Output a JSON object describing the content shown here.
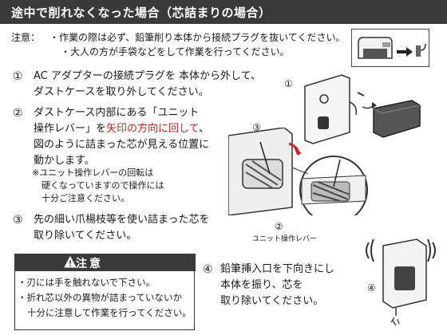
{
  "header": {
    "title": "途中で削れなくなった場合（芯詰まりの場合）"
  },
  "notes": {
    "label": "注意：",
    "line1": "・作業の際は必ず、鉛筆削り本体から接続プラグを抜いてください。",
    "line2": "・大人の方が手袋などをして作業を行ってください。"
  },
  "steps": {
    "s1_num": "①",
    "s1_line1": "AC アダプターの接続プラグを 本体から外して、",
    "s1_line2": "ダストケースを取り外してください。",
    "s2_num": "②",
    "s2_line1": "ダストケース内部にある「ユニット",
    "s2_line2a": "操作レバー」を",
    "s2_line2b": "矢印の方向に回して",
    "s2_line2c": "、",
    "s2_line3": "図のように詰まった芯が見える位置に",
    "s2_line4": "動かします。",
    "s2_note1": "※ユニット操作レバーの回転は",
    "s2_note2": "硬くなっていますので操作には",
    "s2_note3": "十分ご注意ください。",
    "s3_num": "③",
    "s3_line1": "先の細い爪楊枝等を使い詰まった芯を",
    "s3_line2": "取り除いてください。",
    "s4_num": "④",
    "s4_line1": "鉛筆挿入口を下向きにし",
    "s4_line2": "本体を振り、芯を",
    "s4_line3": "取り除いてください。"
  },
  "caution": {
    "title": "注意",
    "line1": "・刃には手を触れないで下さい。",
    "line2": "・折れ芯以外の異物が詰まっていないか",
    "line3": "十分に注意して作業を行ってください。"
  },
  "figures": {
    "fig1_label": "①",
    "fig2_label": "②",
    "fig2_caption": "ユニット操作レバー",
    "fig3_label": "③",
    "fig4_label": "④"
  },
  "colors": {
    "accent_red": "#d42020",
    "header_bg": "#3a3a3a"
  }
}
